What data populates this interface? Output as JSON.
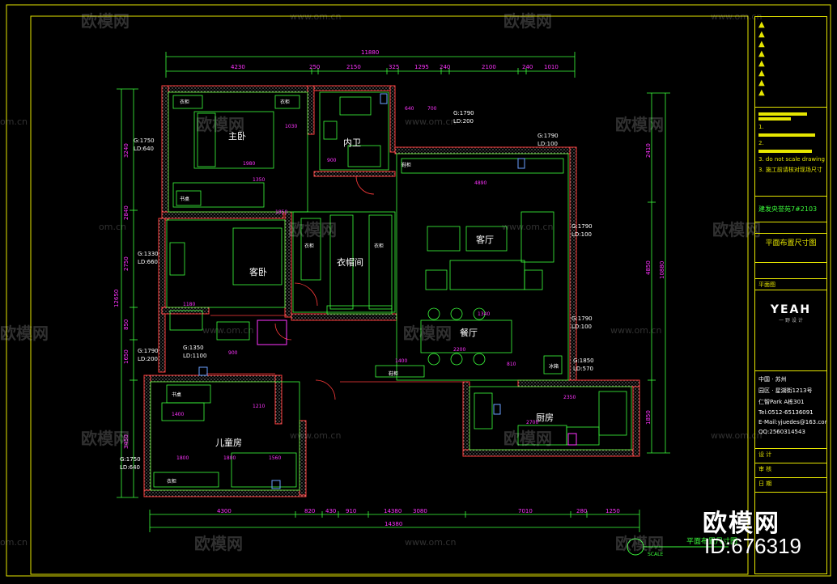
{
  "colors": {
    "wall": "#ff3b3b",
    "dim": "#3cff3c",
    "text": "#ffffff",
    "title": "#e6e600",
    "furniture": "#3cff3c",
    "hatch": "#d0d0d0",
    "mint": "#66ffcc",
    "magenta": "#ff33ff",
    "blue": "#6aa0ff"
  },
  "rooms": {
    "master": "主卧",
    "bath": "内卫",
    "living": "客厅",
    "guest": "客卧",
    "closet": "衣帽间",
    "dining": "餐厅",
    "kids": "儿童房",
    "kitchen": "厨房"
  },
  "dims_top": [
    "11880",
    "4230",
    "250",
    "2150",
    "325",
    "1295",
    "240",
    "2100",
    "240",
    "1010"
  ],
  "dims_bottom": [
    "4300",
    "820",
    "430",
    "910",
    "14380",
    "3080",
    "7010",
    "280",
    "1250",
    "14380"
  ],
  "dims_inner": [
    "1030",
    "1980",
    "1180",
    "900",
    "1400",
    "2200",
    "2350",
    "2700",
    "1800",
    "1800",
    "1560",
    "1400",
    "4890",
    "1210",
    "640",
    "700",
    "900",
    "810",
    "1350",
    "1850",
    "1340"
  ],
  "dims_side": [
    "3240",
    "2840",
    "2750",
    "850",
    "1650",
    "3450",
    "12650",
    "2410",
    "4850",
    "10880",
    "1850"
  ],
  "annotations": [
    {
      "g": "G:1750",
      "ld": "LD:640"
    },
    {
      "g": "G:1790",
      "ld": "LD:200"
    },
    {
      "g": "G:1790",
      "ld": "LD:100"
    },
    {
      "g": "G:1330",
      "ld": "LD:660"
    },
    {
      "g": "G:1790",
      "ld": "LD:100"
    },
    {
      "g": "G:1350",
      "ld": "LD:1100"
    },
    {
      "g": "G:1790",
      "ld": "LD:200"
    },
    {
      "g": "G:1790",
      "ld": "LD:100"
    },
    {
      "g": "G:1850",
      "ld": "LD:570"
    },
    {
      "g": "G:1750",
      "ld": "LD:640"
    }
  ],
  "furniture_labels": [
    "衣柜",
    "衣柜",
    "鞋柜",
    "书桌",
    "衣柜",
    "衣柜",
    "冰箱",
    "书桌",
    "衣柜",
    "鞋柜"
  ],
  "drawing_title": "平面布置尺寸图",
  "scale_label": "SCALE",
  "title_block": {
    "notes": [
      "1.",
      "2.",
      "3. do not scale drawing",
      "3. 施工前请核对现场尺寸"
    ],
    "project": "建发央誉苑7#2103",
    "drawing_name": "平面布置尺寸图",
    "small_label": "平面图",
    "logo": "YEAH",
    "logo_sub": "一 野 设 计",
    "company": [
      "中国 · 苏州",
      "园区 · 星湖街1213号",
      "仁智Park A栋301",
      "Tel:0512-65136091",
      "E-Mail:yjuedes@163.com",
      "QQ:2560314543"
    ],
    "rows": [
      "设 计",
      "审 核",
      "日 期"
    ]
  },
  "watermark": {
    "text": "欧模网",
    "url": "www.om.cn",
    "url_short": "om.cn"
  },
  "brand": "欧模网",
  "image_id": "ID:676319"
}
